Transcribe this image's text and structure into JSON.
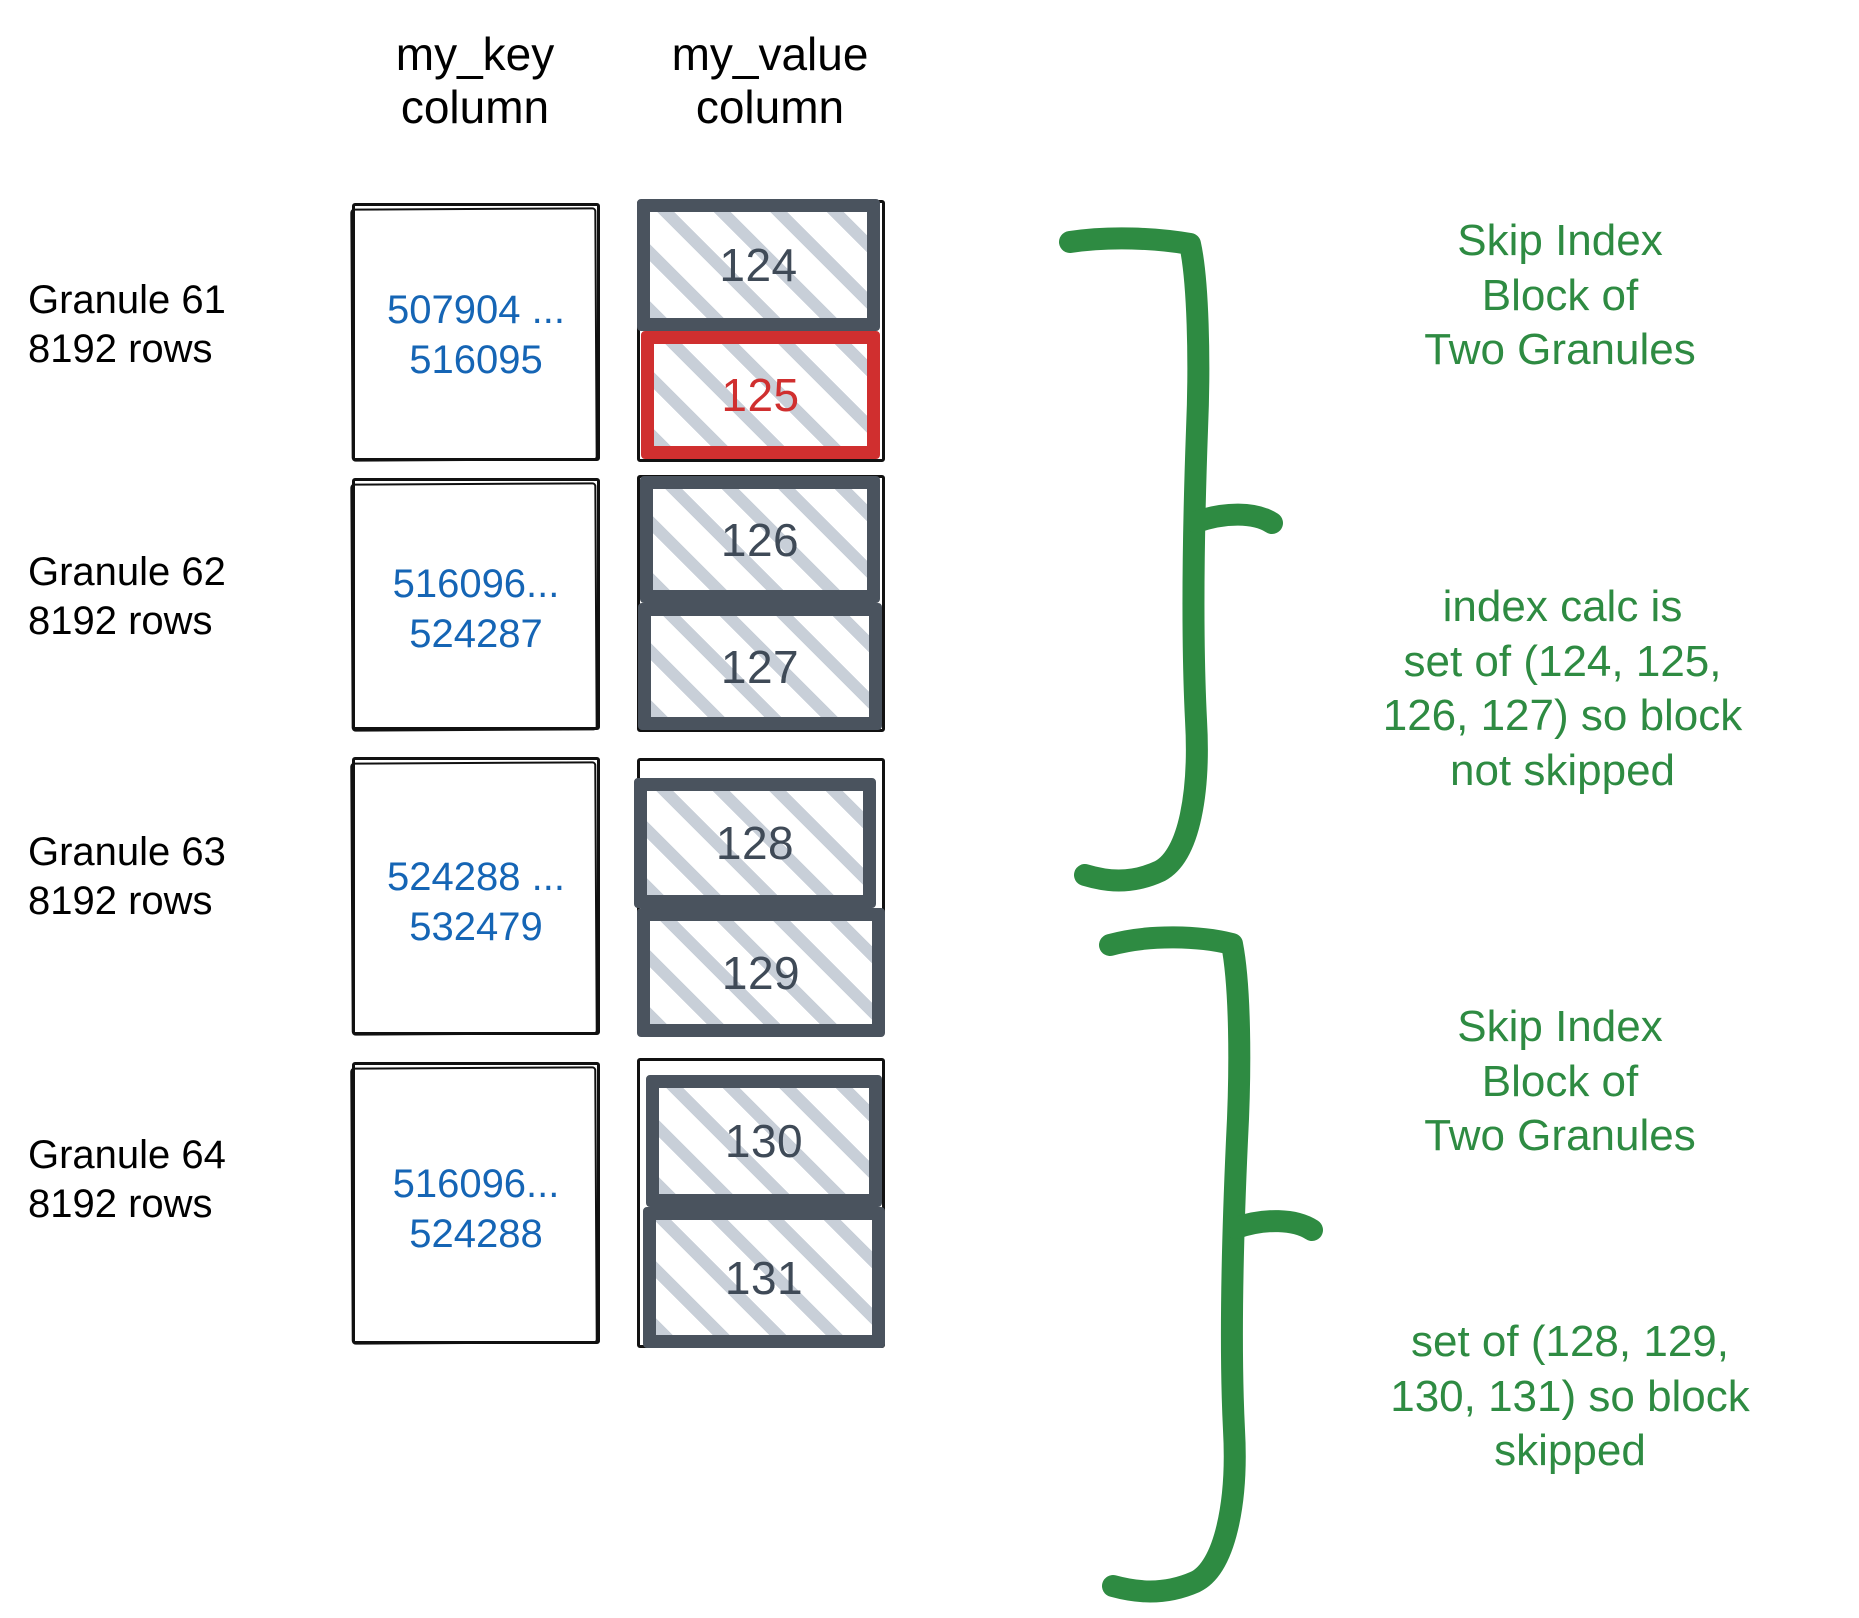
{
  "headers": {
    "key_column": "my_key\ncolumn",
    "value_column": "my_value\ncolumn"
  },
  "colors": {
    "key_text": "#1565b5",
    "value_text": "#3f4a57",
    "highlight": "#d02f2f",
    "annotation": "#2e8b42",
    "cell_border": "#4a535e",
    "hatch": "#c8cfd8",
    "outline": "#111111"
  },
  "granules": [
    {
      "label": "Granule 61\n8192 rows",
      "key_range": "507904 ...\n516095",
      "values": [
        {
          "text": "124",
          "highlighted": false
        },
        {
          "text": "125",
          "highlighted": true
        }
      ]
    },
    {
      "label": "Granule 62\n8192 rows",
      "key_range": "516096...\n524287",
      "values": [
        {
          "text": "126",
          "highlighted": false
        },
        {
          "text": "127",
          "highlighted": false
        }
      ]
    },
    {
      "label": "Granule 63\n8192 rows",
      "key_range": "524288 ...\n532479",
      "values": [
        {
          "text": "128",
          "highlighted": false
        },
        {
          "text": "129",
          "highlighted": false
        }
      ]
    },
    {
      "label": "Granule 64\n8192 rows",
      "key_range": "516096...\n524288",
      "values": [
        {
          "text": "130",
          "highlighted": false
        },
        {
          "text": "131",
          "highlighted": false
        }
      ]
    }
  ],
  "annotations": [
    {
      "text": "Skip Index\nBlock of\nTwo Granules"
    },
    {
      "text": "index calc is\nset of (124, 125,\n126, 127) so block\nnot skipped"
    },
    {
      "text": "Skip Index\nBlock of\nTwo Granules"
    },
    {
      "text": "set of (128, 129,\n130, 131) so block\nskipped"
    }
  ]
}
